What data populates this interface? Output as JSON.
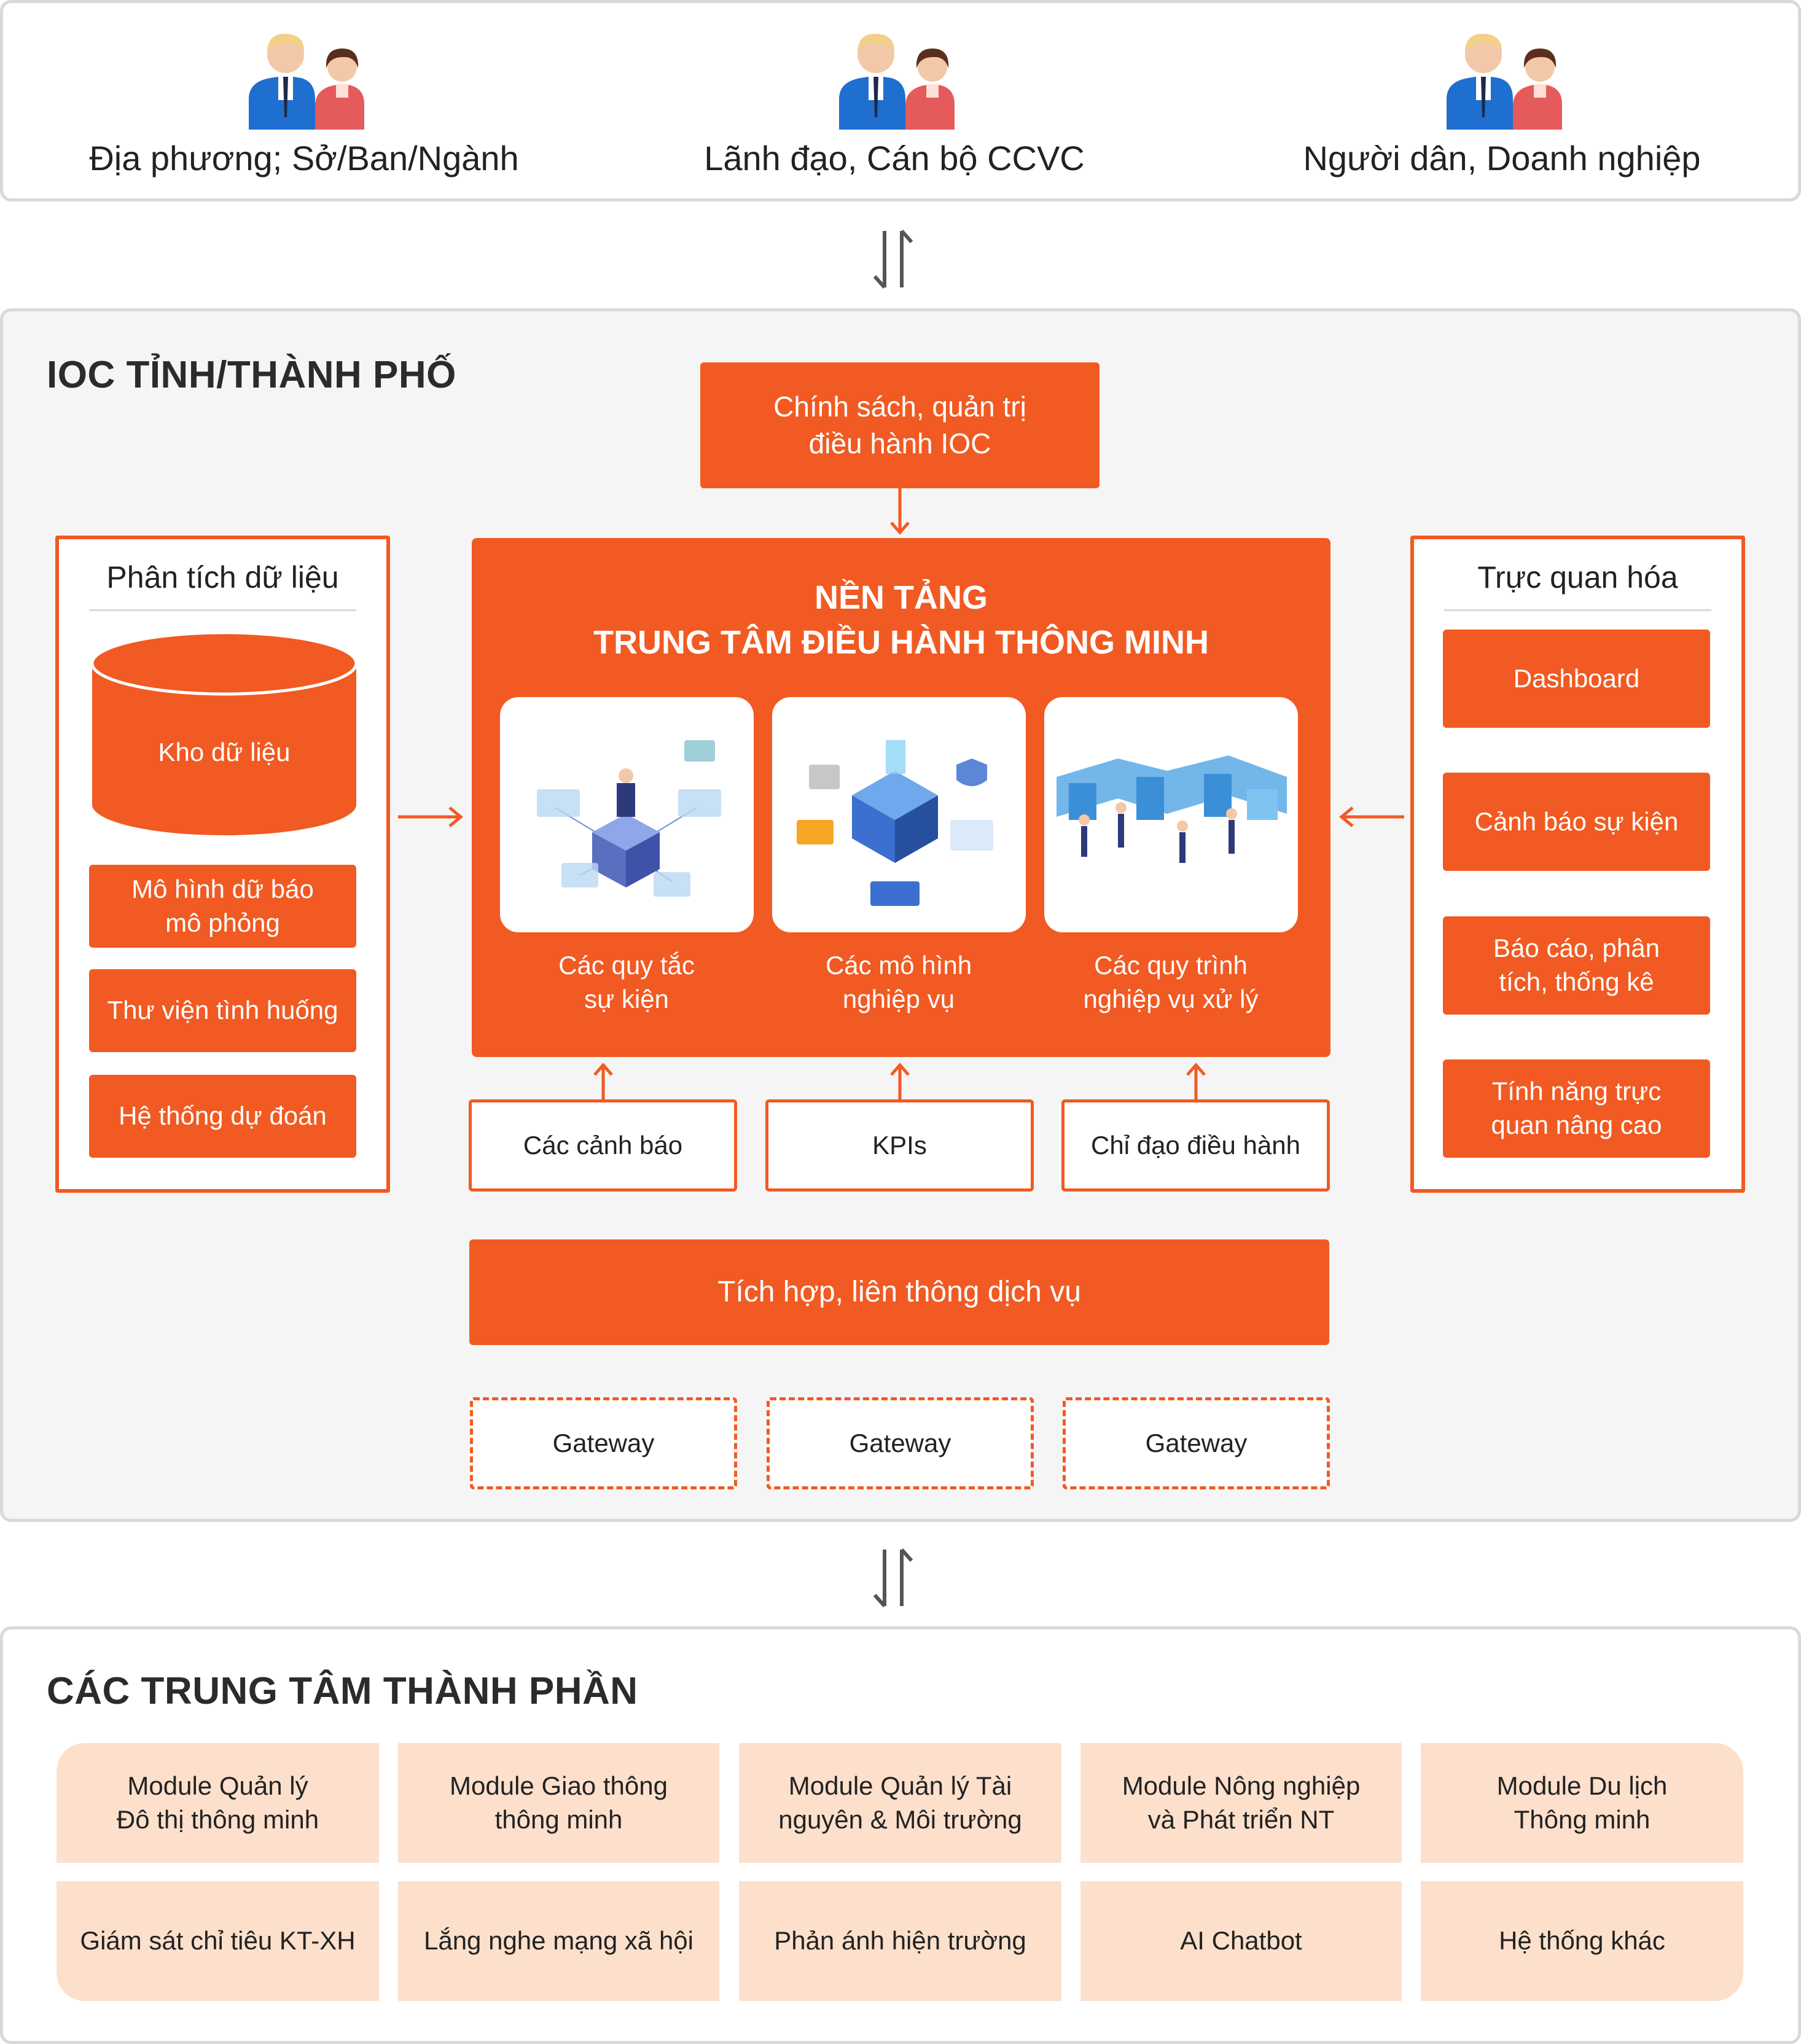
{
  "users": {
    "items": [
      {
        "label": "Địa phương; Sở/Ban/Ngành",
        "icon": "people-icon"
      },
      {
        "label": "Lãnh đạo, Cán bộ CCVC",
        "icon": "people-icon"
      },
      {
        "label": "Người dân, Doanh nghiệp",
        "icon": "people-icon"
      }
    ]
  },
  "ioc": {
    "title": "IOC TỈNH/THÀNH PHỐ",
    "policy": "Chính sách, quản trị\nđiều hành IOC",
    "analysis": {
      "title": "Phân tích dữ liệu",
      "warehouse": "Kho dữ liệu",
      "items": [
        "Mô hình dữ báo\nmô phỏng",
        "Thư viện tình huống",
        "Hệ thống dự đoán"
      ]
    },
    "platform": {
      "title": "NỀN TẢNG\nTRUNG TÂM ĐIỀU HÀNH THÔNG MINH",
      "cards": [
        {
          "caption": "Các quy tắc\nsự kiện",
          "illustration": "rules-illustration"
        },
        {
          "caption": "Các mô hình\nnghiệp vụ",
          "illustration": "models-illustration"
        },
        {
          "caption": "Các quy trình\nnghiệp vụ xử lý",
          "illustration": "process-illustration"
        }
      ]
    },
    "visualization": {
      "title": "Trực quan hóa",
      "items": [
        "Dashboard",
        "Cảnh báo sự kiện",
        "Báo cáo, phân\ntích, thống kê",
        "Tính năng trực\nquan nâng cao"
      ]
    },
    "inputs": [
      "Các cảnh báo",
      "KPIs",
      "Chỉ đạo điều hành"
    ],
    "integration": "Tích hợp, liên thông dịch vụ",
    "gateways": [
      "Gateway",
      "Gateway",
      "Gateway"
    ]
  },
  "components": {
    "title": "CÁC TRUNG TÂM THÀNH PHẦN",
    "row1": [
      "Module Quản lý\nĐô thị thông minh",
      "Module Giao thông\nthông minh",
      "Module Quản lý Tài\nnguyên & Môi trường",
      "Module Nông nghiệp\nvà Phát triển NT",
      "Module Du lịch\nThông minh"
    ],
    "row2": [
      "Giám sát chỉ tiêu KT-XH",
      "Lắng nghe mạng xã hội",
      "Phản ánh hiện trường",
      "AI Chatbot",
      "Hệ thống khác"
    ]
  },
  "colors": {
    "accent": "#f15a22",
    "module_bg": "#fde0cc",
    "panel_bg": "#f5f5f5",
    "border": "#d9d9d9"
  }
}
